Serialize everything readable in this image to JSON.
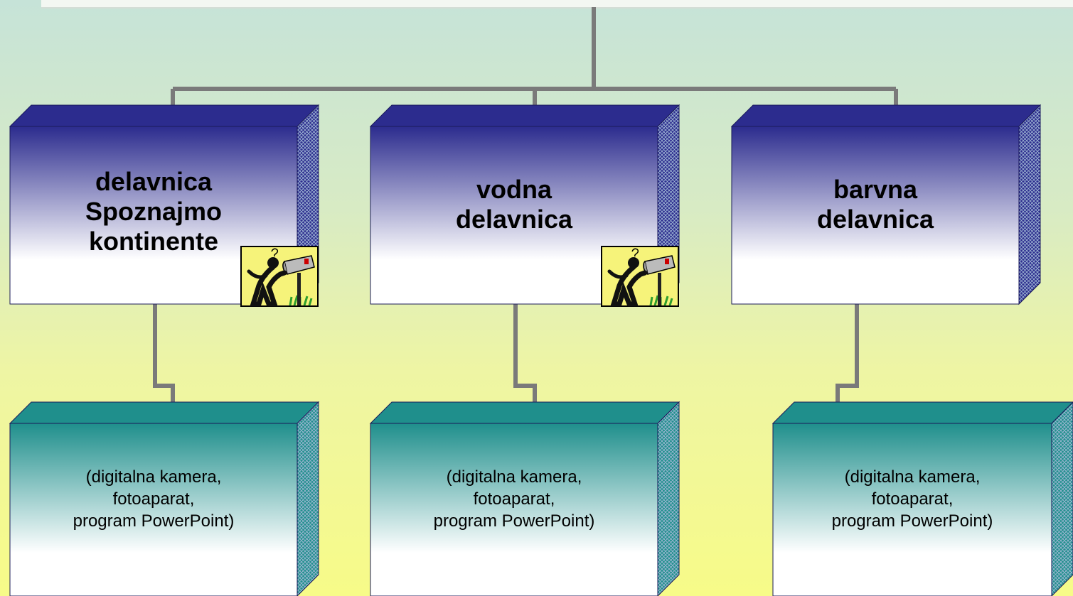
{
  "workshops": [
    {
      "lines": [
        "delavnica",
        "Spoznajmo",
        "kontinente"
      ],
      "has_clipart": true
    },
    {
      "lines": [
        "vodna",
        "delavnica"
      ],
      "has_clipart": true
    },
    {
      "lines": [
        "barvna",
        "delavnica"
      ],
      "has_clipart": false
    }
  ],
  "tools": [
    {
      "lines": [
        "(digitalna kamera,",
        "fotoaparat,",
        "program PowerPoint)"
      ]
    },
    {
      "lines": [
        "(digitalna kamera,",
        "fotoaparat,",
        "program PowerPoint)"
      ]
    },
    {
      "lines": [
        "(digitalna kamera,",
        "fotoaparat,",
        "program PowerPoint)"
      ]
    }
  ],
  "colors": {
    "workshop_top": "#2c2c8e",
    "workshop_bottom": "#ffffff",
    "tool_top": "#1f8f8c",
    "tool_bottom": "#ffffff",
    "connector": "#7a7a7a"
  },
  "clipart_icon": "person-at-mailbox-icon"
}
